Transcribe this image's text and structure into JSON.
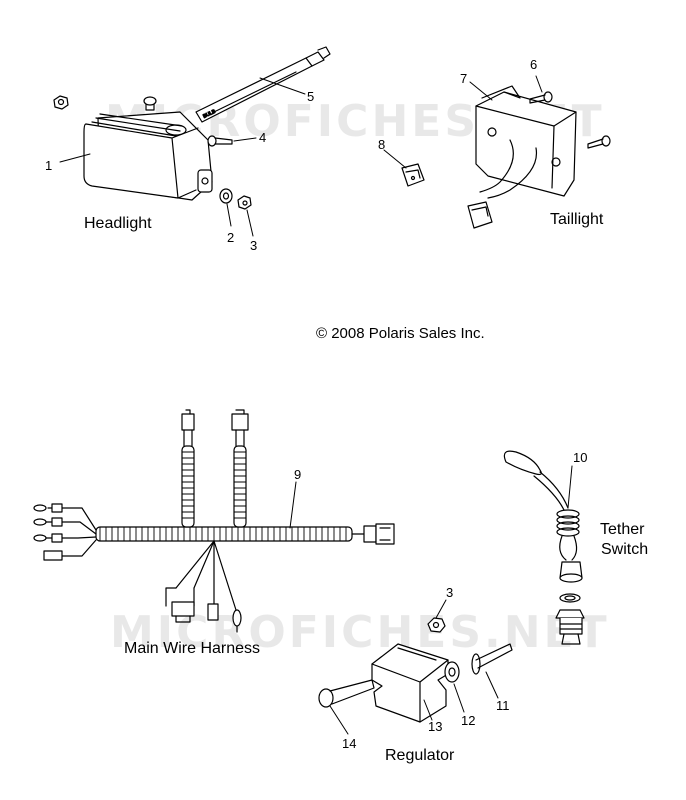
{
  "watermark": "MICROFICHES.NET",
  "copyright": "© 2008 Polaris Sales Inc.",
  "colors": {
    "ink": "#000000",
    "background": "#ffffff",
    "watermark": "#d9d9d9"
  },
  "groups": {
    "headlight": "Headlight",
    "taillight": "Taillight",
    "harness": "Main Wire Harness",
    "tether_line1": "Tether",
    "tether_line2": "Switch",
    "regulator": "Regulator"
  },
  "bulb_text": "BULB",
  "callouts": {
    "c1": "1",
    "c2": "2",
    "c3": "3",
    "c4": "4",
    "c5": "5",
    "c6": "6",
    "c7": "7",
    "c8": "8",
    "c9": "9",
    "c10": "10",
    "c3b": "3",
    "c11": "11",
    "c12": "12",
    "c13": "13",
    "c14": "14"
  }
}
